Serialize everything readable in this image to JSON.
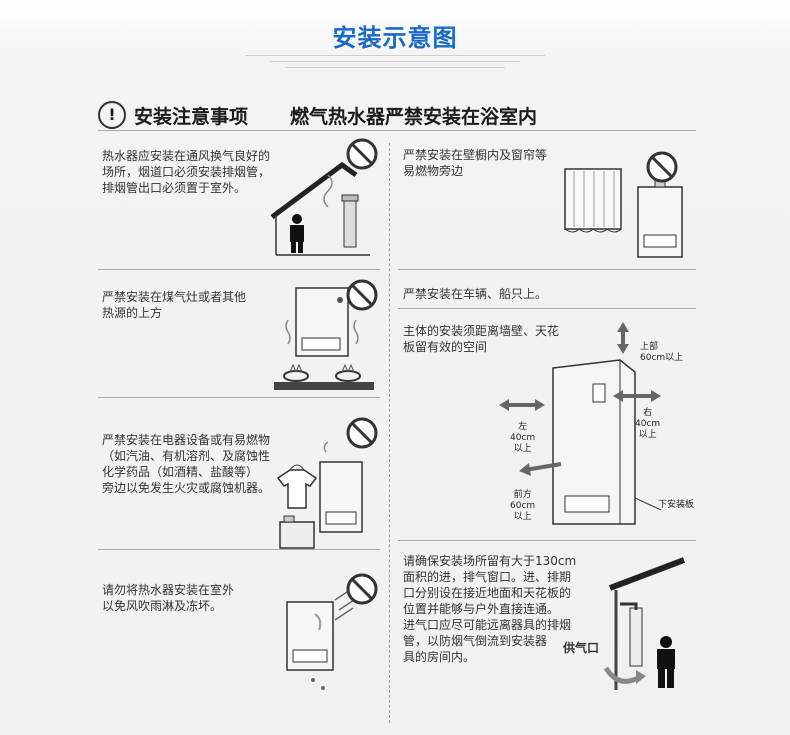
{
  "title": "安装示意图",
  "headings": {
    "left": "安装注意事项",
    "right": "燃气热水器严禁安装在浴室内"
  },
  "left_notes": [
    "热水器应安装在通风换气良好的\n场所，烟道口必须安装排烟管，\n排烟管出口必须置于室外。",
    "严禁安装在煤气灶或者其他\n热源的上方",
    "严禁安装在电器设备或有易燃物\n（如汽油、有机溶剂、及腐蚀性\n化学药品（如酒精、盐酸等）\n旁边以免发生火灾或腐蚀机器。",
    "请勿将热水器安装在室外\n以免风吹雨淋及冻坏。"
  ],
  "right_notes": [
    "严禁安装在壁橱内及窗帘等\n易燃物旁边",
    "严禁安装在车辆、船只上。",
    "主体的安装须距离墙壁、天花\n板留有效的空间",
    "请确保安装场所留有大于130cm\n面积的进，排气窗口。进、排期\n口分别设在接近地面和天花板的\n位置并能够与户外直接连通。\n进气口应尽可能远离器具的排烟\n管，以防烟气倒流到安装器\n具的房间内。"
  ],
  "clearance_labels": {
    "top": "上部\n60cm以上",
    "left": "左\n40cm\n以上",
    "right": "右\n40cm\n以上",
    "front": "前方\n60cm\n以上",
    "bottom_plate": "下安装板"
  },
  "air_inlet_label": "供气口",
  "colors": {
    "title": "#1769c7",
    "prohibit": "#333333",
    "arrow": "#666666"
  }
}
